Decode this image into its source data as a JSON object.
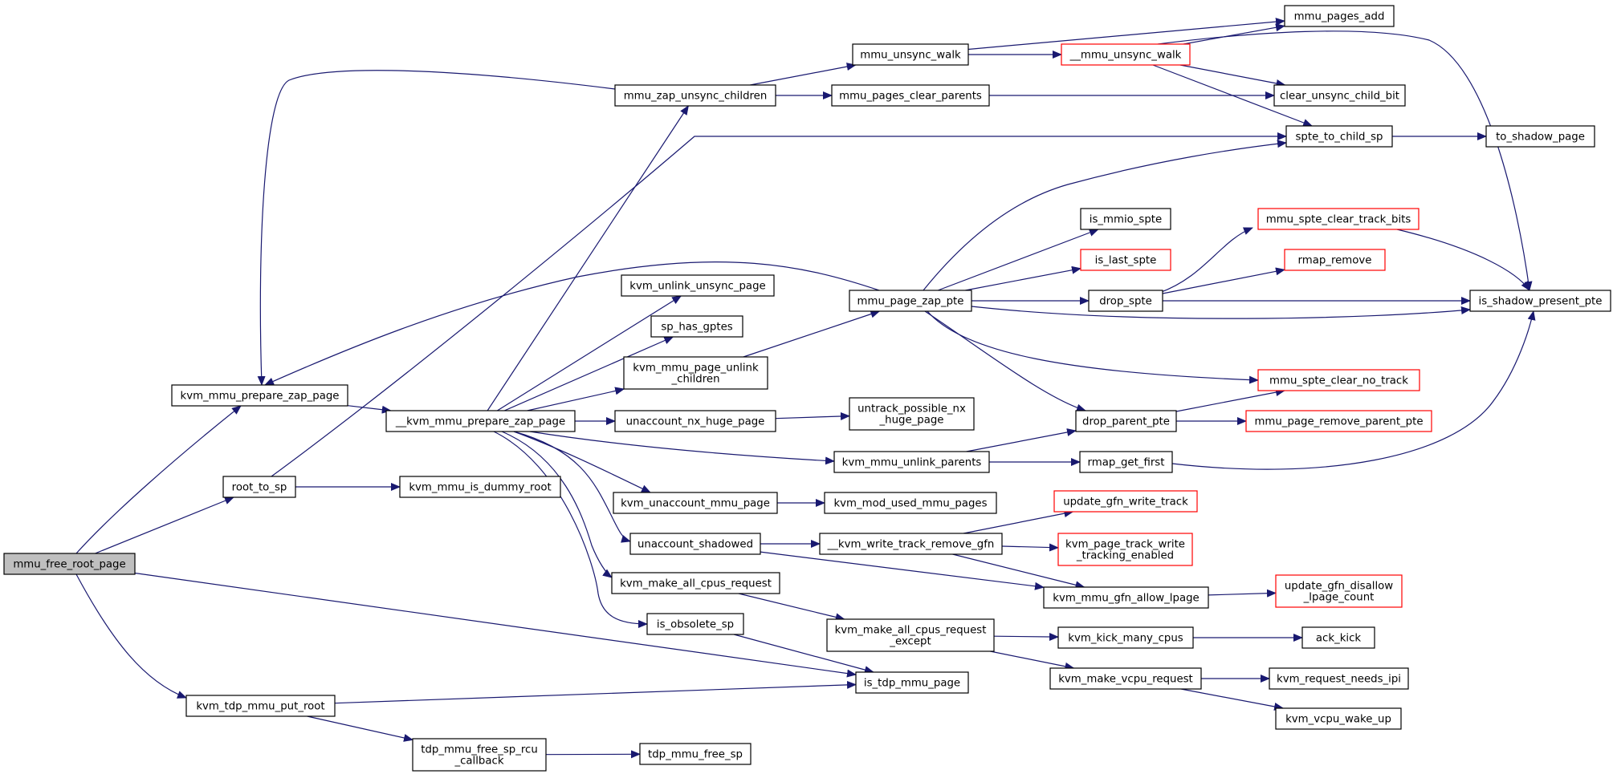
{
  "colors": {
    "edge": "#191970",
    "node_border": "#000000",
    "truncated_border": "#ff0000",
    "root_fill": "#bfbfbf",
    "node_fill": "#ffffff",
    "background": "#ffffff"
  },
  "nodes": [
    {
      "id": "mmu_free_root_page",
      "lines": [
        "mmu_free_root_page"
      ],
      "root": true
    },
    {
      "id": "kvm_mmu_prepare_zap_page",
      "lines": [
        "kvm_mmu_prepare_zap_page"
      ]
    },
    {
      "id": "root_to_sp",
      "lines": [
        "root_to_sp"
      ]
    },
    {
      "id": "kvm_tdp_mmu_put_root",
      "lines": [
        "kvm_tdp_mmu_put_root"
      ]
    },
    {
      "id": "__kvm_mmu_prepare_zap_page",
      "lines": [
        "__kvm_mmu_prepare_zap_page"
      ]
    },
    {
      "id": "kvm_mmu_is_dummy_root",
      "lines": [
        "kvm_mmu_is_dummy_root"
      ]
    },
    {
      "id": "tdp_mmu_free_sp_rcu_callback",
      "lines": [
        "tdp_mmu_free_sp_rcu",
        "_callback"
      ]
    },
    {
      "id": "mmu_zap_unsync_children",
      "lines": [
        "mmu_zap_unsync_children"
      ]
    },
    {
      "id": "kvm_unlink_unsync_page",
      "lines": [
        "kvm_unlink_unsync_page"
      ]
    },
    {
      "id": "sp_has_gptes",
      "lines": [
        "sp_has_gptes"
      ]
    },
    {
      "id": "kvm_mmu_page_unlink_children",
      "lines": [
        "kvm_mmu_page_unlink",
        "_children"
      ]
    },
    {
      "id": "unaccount_nx_huge_page",
      "lines": [
        "unaccount_nx_huge_page"
      ]
    },
    {
      "id": "kvm_unaccount_mmu_page",
      "lines": [
        "kvm_unaccount_mmu_page"
      ]
    },
    {
      "id": "unaccount_shadowed",
      "lines": [
        "unaccount_shadowed"
      ]
    },
    {
      "id": "kvm_make_all_cpus_request",
      "lines": [
        "kvm_make_all_cpus_request"
      ]
    },
    {
      "id": "is_obsolete_sp",
      "lines": [
        "is_obsolete_sp"
      ]
    },
    {
      "id": "tdp_mmu_free_sp",
      "lines": [
        "tdp_mmu_free_sp"
      ]
    },
    {
      "id": "mmu_unsync_walk",
      "lines": [
        "mmu_unsync_walk"
      ]
    },
    {
      "id": "mmu_pages_clear_parents",
      "lines": [
        "mmu_pages_clear_parents"
      ]
    },
    {
      "id": "mmu_page_zap_pte",
      "lines": [
        "mmu_page_zap_pte"
      ]
    },
    {
      "id": "untrack_possible_nx_huge_page",
      "lines": [
        "untrack_possible_nx",
        "_huge_page"
      ]
    },
    {
      "id": "kvm_mmu_unlink_parents",
      "lines": [
        "kvm_mmu_unlink_parents"
      ]
    },
    {
      "id": "kvm_mod_used_mmu_pages",
      "lines": [
        "kvm_mod_used_mmu_pages"
      ]
    },
    {
      "id": "__kvm_write_track_remove_gfn",
      "lines": [
        "__kvm_write_track_remove_gfn"
      ]
    },
    {
      "id": "kvm_make_all_cpus_request_except",
      "lines": [
        "kvm_make_all_cpus_request",
        "_except"
      ]
    },
    {
      "id": "is_tdp_mmu_page",
      "lines": [
        "is_tdp_mmu_page"
      ]
    },
    {
      "id": "__mmu_unsync_walk",
      "lines": [
        "__mmu_unsync_walk"
      ],
      "truncated": true
    },
    {
      "id": "is_mmio_spte",
      "lines": [
        "is_mmio_spte"
      ]
    },
    {
      "id": "is_last_spte",
      "lines": [
        "is_last_spte"
      ],
      "truncated": true
    },
    {
      "id": "drop_spte",
      "lines": [
        "drop_spte"
      ]
    },
    {
      "id": "drop_parent_pte",
      "lines": [
        "drop_parent_pte"
      ]
    },
    {
      "id": "rmap_get_first",
      "lines": [
        "rmap_get_first"
      ]
    },
    {
      "id": "update_gfn_write_track",
      "lines": [
        "update_gfn_write_track"
      ],
      "truncated": true
    },
    {
      "id": "kvm_page_track_write_tracking_enabled",
      "lines": [
        "kvm_page_track_write",
        "_tracking_enabled"
      ],
      "truncated": true
    },
    {
      "id": "kvm_mmu_gfn_allow_lpage",
      "lines": [
        "kvm_mmu_gfn_allow_lpage"
      ]
    },
    {
      "id": "kvm_kick_many_cpus",
      "lines": [
        "kvm_kick_many_cpus"
      ]
    },
    {
      "id": "kvm_make_vcpu_request",
      "lines": [
        "kvm_make_vcpu_request"
      ]
    },
    {
      "id": "mmu_pages_add",
      "lines": [
        "mmu_pages_add"
      ]
    },
    {
      "id": "clear_unsync_child_bit",
      "lines": [
        "clear_unsync_child_bit"
      ]
    },
    {
      "id": "spte_to_child_sp",
      "lines": [
        "spte_to_child_sp"
      ]
    },
    {
      "id": "mmu_spte_clear_track_bits",
      "lines": [
        "mmu_spte_clear_track_bits"
      ],
      "truncated": true
    },
    {
      "id": "rmap_remove",
      "lines": [
        "rmap_remove"
      ],
      "truncated": true
    },
    {
      "id": "mmu_spte_clear_no_track",
      "lines": [
        "mmu_spte_clear_no_track"
      ],
      "truncated": true
    },
    {
      "id": "mmu_page_remove_parent_pte",
      "lines": [
        "mmu_page_remove_parent_pte"
      ],
      "truncated": true
    },
    {
      "id": "update_gfn_disallow_lpage_count",
      "lines": [
        "update_gfn_disallow",
        "_lpage_count"
      ],
      "truncated": true
    },
    {
      "id": "ack_kick",
      "lines": [
        "ack_kick"
      ]
    },
    {
      "id": "kvm_request_needs_ipi",
      "lines": [
        "kvm_request_needs_ipi"
      ]
    },
    {
      "id": "kvm_vcpu_wake_up",
      "lines": [
        "kvm_vcpu_wake_up"
      ]
    },
    {
      "id": "to_shadow_page",
      "lines": [
        "to_shadow_page"
      ]
    },
    {
      "id": "is_shadow_present_pte",
      "lines": [
        "is_shadow_present_pte"
      ]
    }
  ],
  "edges": [
    [
      "mmu_free_root_page",
      "kvm_mmu_prepare_zap_page"
    ],
    [
      "mmu_free_root_page",
      "root_to_sp"
    ],
    [
      "mmu_free_root_page",
      "is_tdp_mmu_page"
    ],
    [
      "mmu_free_root_page",
      "kvm_tdp_mmu_put_root"
    ],
    [
      "kvm_mmu_prepare_zap_page",
      "__kvm_mmu_prepare_zap_page"
    ],
    [
      "root_to_sp",
      "kvm_mmu_is_dummy_root"
    ],
    [
      "root_to_sp",
      "spte_to_child_sp"
    ],
    [
      "kvm_tdp_mmu_put_root",
      "is_tdp_mmu_page"
    ],
    [
      "kvm_tdp_mmu_put_root",
      "tdp_mmu_free_sp_rcu_callback"
    ],
    [
      "tdp_mmu_free_sp_rcu_callback",
      "tdp_mmu_free_sp"
    ],
    [
      "__kvm_mmu_prepare_zap_page",
      "mmu_zap_unsync_children"
    ],
    [
      "__kvm_mmu_prepare_zap_page",
      "kvm_unlink_unsync_page"
    ],
    [
      "__kvm_mmu_prepare_zap_page",
      "sp_has_gptes"
    ],
    [
      "__kvm_mmu_prepare_zap_page",
      "kvm_mmu_page_unlink_children"
    ],
    [
      "__kvm_mmu_prepare_zap_page",
      "unaccount_nx_huge_page"
    ],
    [
      "__kvm_mmu_prepare_zap_page",
      "kvm_mmu_unlink_parents"
    ],
    [
      "__kvm_mmu_prepare_zap_page",
      "kvm_unaccount_mmu_page"
    ],
    [
      "__kvm_mmu_prepare_zap_page",
      "unaccount_shadowed"
    ],
    [
      "__kvm_mmu_prepare_zap_page",
      "kvm_make_all_cpus_request"
    ],
    [
      "__kvm_mmu_prepare_zap_page",
      "is_obsolete_sp"
    ],
    [
      "mmu_zap_unsync_children",
      "kvm_mmu_prepare_zap_page"
    ],
    [
      "mmu_zap_unsync_children",
      "mmu_unsync_walk"
    ],
    [
      "mmu_zap_unsync_children",
      "mmu_pages_clear_parents"
    ],
    [
      "mmu_unsync_walk",
      "mmu_pages_add"
    ],
    [
      "mmu_unsync_walk",
      "__mmu_unsync_walk"
    ],
    [
      "__mmu_unsync_walk",
      "mmu_pages_add"
    ],
    [
      "__mmu_unsync_walk",
      "clear_unsync_child_bit"
    ],
    [
      "__mmu_unsync_walk",
      "spte_to_child_sp"
    ],
    [
      "__mmu_unsync_walk",
      "is_shadow_present_pte"
    ],
    [
      "mmu_pages_clear_parents",
      "clear_unsync_child_bit"
    ],
    [
      "spte_to_child_sp",
      "to_shadow_page"
    ],
    [
      "kvm_mmu_page_unlink_children",
      "mmu_page_zap_pte"
    ],
    [
      "mmu_page_zap_pte",
      "kvm_mmu_prepare_zap_page"
    ],
    [
      "mmu_page_zap_pte",
      "spte_to_child_sp"
    ],
    [
      "mmu_page_zap_pte",
      "is_mmio_spte"
    ],
    [
      "mmu_page_zap_pte",
      "is_last_spte"
    ],
    [
      "mmu_page_zap_pte",
      "drop_spte"
    ],
    [
      "mmu_page_zap_pte",
      "is_shadow_present_pte"
    ],
    [
      "mmu_page_zap_pte",
      "mmu_spte_clear_no_track"
    ],
    [
      "mmu_page_zap_pte",
      "drop_parent_pte"
    ],
    [
      "drop_spte",
      "mmu_spte_clear_track_bits"
    ],
    [
      "drop_spte",
      "rmap_remove"
    ],
    [
      "drop_spte",
      "is_shadow_present_pte"
    ],
    [
      "mmu_spte_clear_track_bits",
      "is_shadow_present_pte"
    ],
    [
      "drop_parent_pte",
      "mmu_spte_clear_no_track"
    ],
    [
      "drop_parent_pte",
      "mmu_page_remove_parent_pte"
    ],
    [
      "unaccount_nx_huge_page",
      "untrack_possible_nx_huge_page"
    ],
    [
      "kvm_mmu_unlink_parents",
      "drop_parent_pte"
    ],
    [
      "kvm_mmu_unlink_parents",
      "rmap_get_first"
    ],
    [
      "rmap_get_first",
      "is_shadow_present_pte"
    ],
    [
      "kvm_unaccount_mmu_page",
      "kvm_mod_used_mmu_pages"
    ],
    [
      "unaccount_shadowed",
      "__kvm_write_track_remove_gfn"
    ],
    [
      "unaccount_shadowed",
      "kvm_mmu_gfn_allow_lpage"
    ],
    [
      "__kvm_write_track_remove_gfn",
      "update_gfn_write_track"
    ],
    [
      "__kvm_write_track_remove_gfn",
      "kvm_page_track_write_tracking_enabled"
    ],
    [
      "__kvm_write_track_remove_gfn",
      "kvm_mmu_gfn_allow_lpage"
    ],
    [
      "kvm_mmu_gfn_allow_lpage",
      "update_gfn_disallow_lpage_count"
    ],
    [
      "kvm_make_all_cpus_request",
      "kvm_make_all_cpus_request_except"
    ],
    [
      "kvm_make_all_cpus_request_except",
      "kvm_kick_many_cpus"
    ],
    [
      "kvm_make_all_cpus_request_except",
      "kvm_make_vcpu_request"
    ],
    [
      "kvm_kick_many_cpus",
      "ack_kick"
    ],
    [
      "kvm_make_vcpu_request",
      "kvm_request_needs_ipi"
    ],
    [
      "kvm_make_vcpu_request",
      "kvm_vcpu_wake_up"
    ],
    [
      "is_obsolete_sp",
      "is_tdp_mmu_page"
    ]
  ]
}
